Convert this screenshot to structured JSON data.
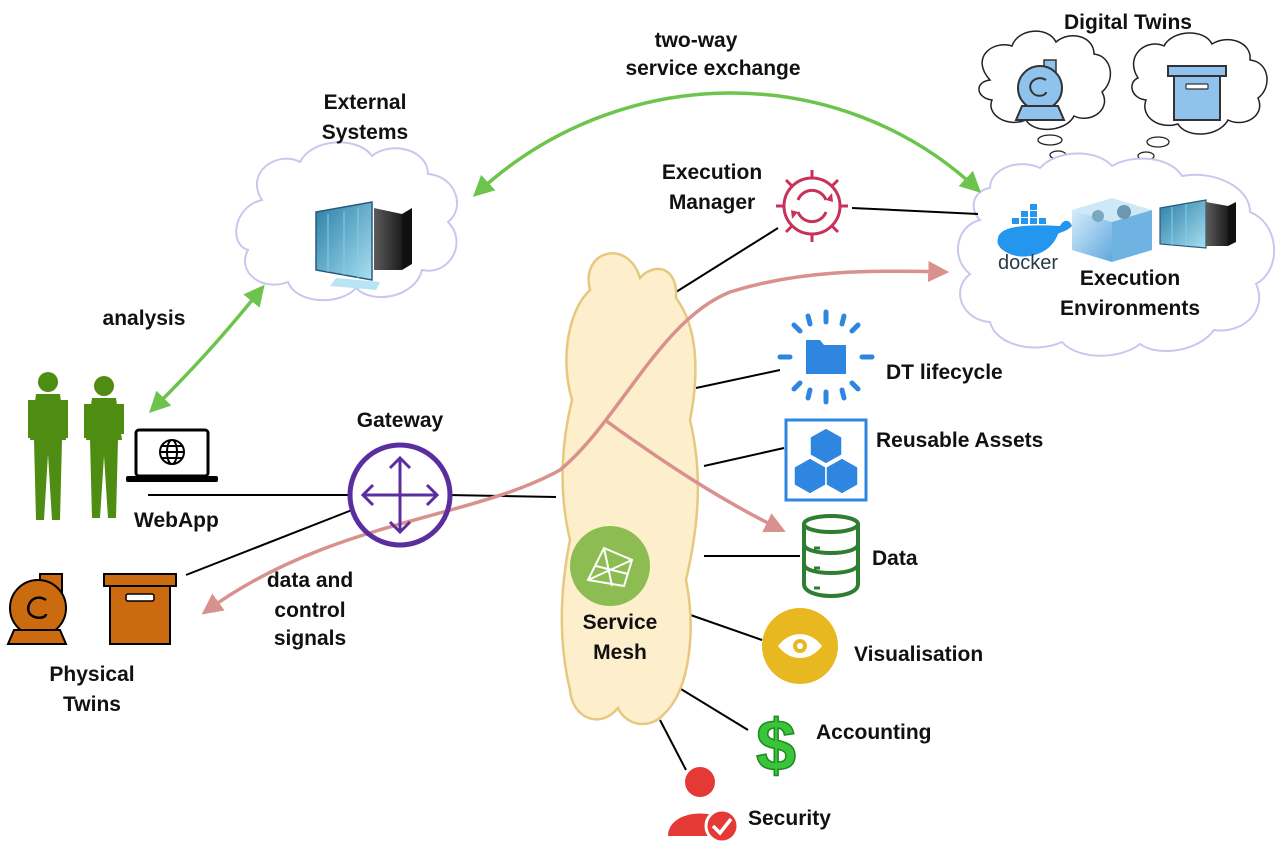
{
  "labels": {
    "digital_twins": "Digital Twins",
    "two_way_1": "two-way",
    "two_way_2": "service exchange",
    "external_1": "External",
    "external_2": "Systems",
    "execution_manager_1": "Execution",
    "execution_manager_2": "Manager",
    "docker": "docker",
    "exec_env_1": "Execution",
    "exec_env_2": "Environments",
    "analysis": "analysis",
    "gateway": "Gateway",
    "webapp": "WebApp",
    "dt_lifecycle": "DT lifecycle",
    "reusable_assets": "Reusable Assets",
    "data": "Data",
    "data_signals_1": "data and",
    "data_signals_2": "control",
    "data_signals_3": "signals",
    "service_1": "Service",
    "service_2": "Mesh",
    "visualisation": "Visualisation",
    "physical_1": "Physical",
    "physical_2": "Twins",
    "accounting": "Accounting",
    "security": "Security"
  },
  "colors": {
    "green_arrow": "#6cc44c",
    "red_arrow": "#d9918d",
    "mesh_fill": "#fdefcc",
    "mesh_stroke": "#e6c87f",
    "cloud_stroke": "#c8c8ee",
    "gateway": "#5a2e9e",
    "exec_manager": "#c8325a",
    "dt_lifecycle": "#2f86e0",
    "reusable": "#2f86e0",
    "data": "#2e7d32",
    "visualisation": "#e8b820",
    "accounting": "#3ac43a",
    "security": "#e53935",
    "people": "#4f8c12",
    "physical_twin": "#cc6a10",
    "digital_twin": "#8fc3ee"
  }
}
